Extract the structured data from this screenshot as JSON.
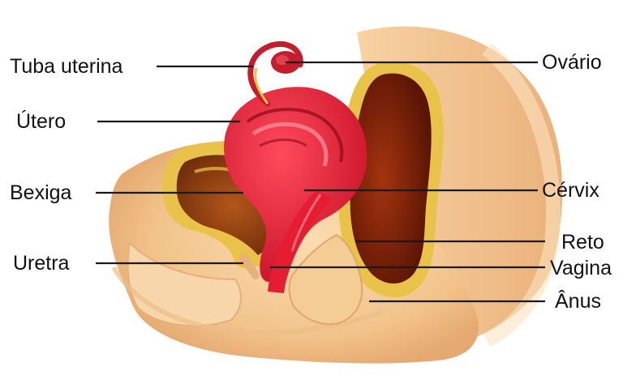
{
  "labels": {
    "tuba_uterina": "Tuba uterina",
    "utero": "Útero",
    "bexiga": "Bexiga",
    "uretra": "Uretra",
    "ovario": "Ovário",
    "cervix": "Cérvix",
    "reto": "Reto",
    "vagina": "Vagina",
    "anus": "Ânus"
  },
  "colors": {
    "skin": "#f6cf9e",
    "skin_light": "#fde3c0",
    "skin_shadow": "#e9b27a",
    "fat_yellow": "#e9c24a",
    "uterus_red": "#dc1f33",
    "uterus_pink": "#f2697a",
    "rectum_brown": "#8a2a0c",
    "rectum_dark": "#6a1a06",
    "bladder_brown": "#9a4412",
    "ovary_red": "#c41d2c"
  }
}
